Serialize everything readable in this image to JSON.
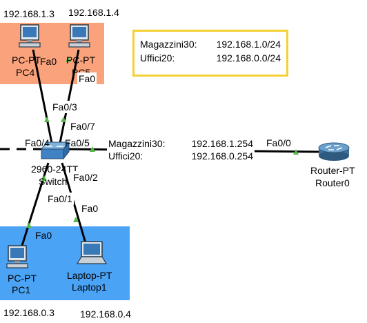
{
  "colors": {
    "top_area": "#f9a27c",
    "bottom_area": "#4aa3f5",
    "note_border": "#f5d033",
    "link_up": "#55b847",
    "link": "#000000"
  },
  "ip_labels": {
    "pc4": "192.168.1.3",
    "pc5": "192.168.1.4",
    "pc1": "192.168.0.3",
    "laptop1": "192.168.0.4"
  },
  "note": {
    "row1_key": "Magazzini30:",
    "row1_value": "192.168.1.0/24",
    "row2_key": "Uffici20:",
    "row2_value": "192.168.0.0/24"
  },
  "gateway": {
    "row1_key": "Magazzini30:",
    "row1_value": "192.168.1.254",
    "row2_key": "Uffici20:",
    "row2_value": "192.168.0.254"
  },
  "devices": {
    "pc4": {
      "type": "PC-PT",
      "name": "PC4",
      "port": "Fa0",
      "icon": "pc-icon"
    },
    "pc5": {
      "type": "PC-PT",
      "name": "PC5",
      "port": "Fa0",
      "icon": "pc-icon"
    },
    "pc1": {
      "type": "PC-PT",
      "name": "PC1",
      "port": "Fa0",
      "icon": "pc-icon"
    },
    "laptop1": {
      "type": "Laptop-PT",
      "name": "Laptop1",
      "port": "Fa0",
      "icon": "laptop-icon"
    },
    "switch": {
      "type": "2960-24TT",
      "name": "Switch",
      "icon": "switch-icon"
    },
    "router0": {
      "type": "Router-PT",
      "name": "Router0",
      "port": "Fa0/0",
      "icon": "router-icon"
    }
  },
  "switch_ports": {
    "to_pc4": "Fa0/3",
    "to_pc5": "Fa0/7",
    "left": "Fa0/4",
    "to_router": "Fa0/5",
    "to_laptop": "Fa0/2",
    "to_pc1": "Fa0/1"
  }
}
